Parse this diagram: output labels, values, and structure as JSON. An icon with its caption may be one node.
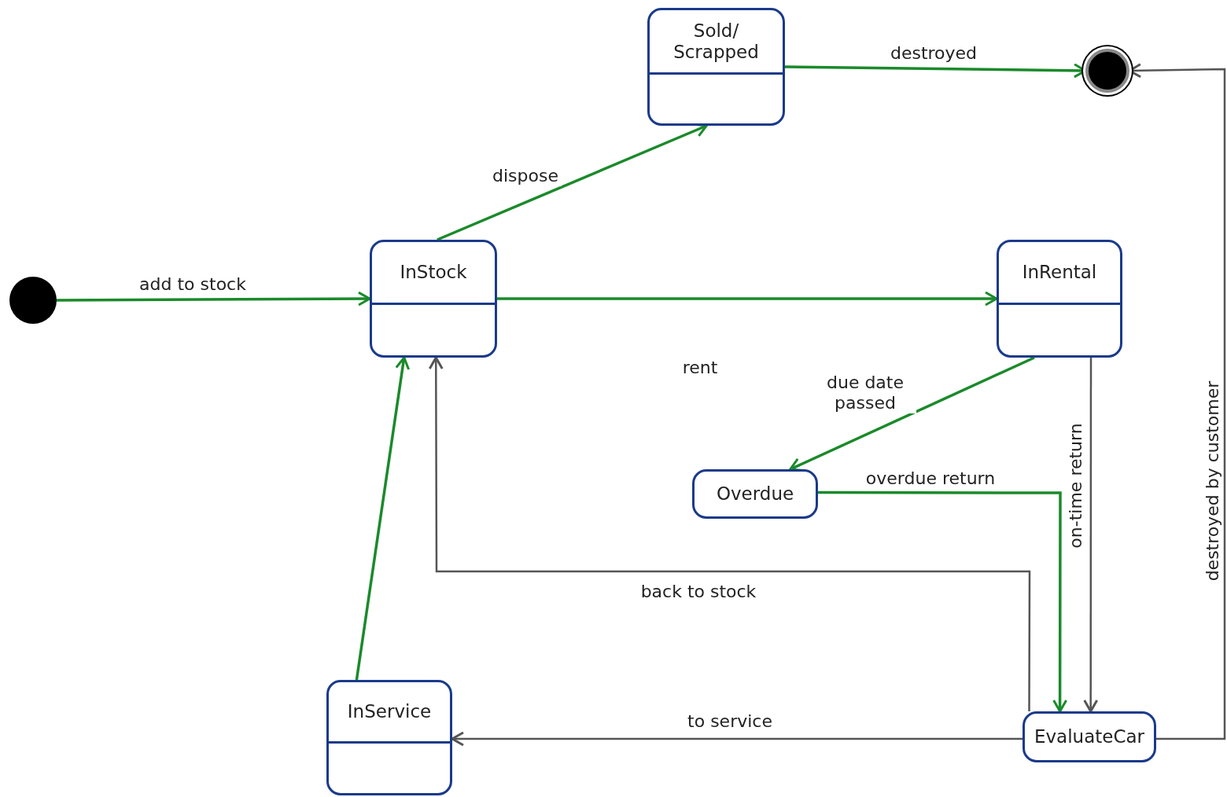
{
  "diagram": {
    "nodes": [
      {
        "text": [],
        "shape": "circle"
      },
      {
        "text": [
          "InStock"
        ]
      },
      {
        "text": [
          "Sold/ Scrapped"
        ]
      },
      {
        "text": [],
        "shape": "circle"
      },
      {
        "text": [
          "InRental"
        ]
      },
      {
        "text": [
          "Overdue"
        ]
      },
      {
        "text": [
          "InService"
        ]
      },
      {
        "text": [
          "EvaluateCar"
        ]
      }
    ],
    "edges": [
      {
        "from": 0,
        "to": 1,
        "arrow": "to",
        "label": "add to stock"
      },
      {
        "from": 1,
        "to": 2,
        "arrow": "to",
        "label": "dispose"
      },
      {
        "from": 2,
        "to": 3,
        "arrow": "to",
        "label": "destroyed"
      },
      {
        "from": 1,
        "to": 4,
        "arrow": "to",
        "label": "rent"
      },
      {
        "from": 4,
        "to": 5,
        "arrow": "to",
        "label": "due date passed"
      },
      {
        "from": 5,
        "to": 7,
        "arrow": "to",
        "label": "overdue return"
      },
      {
        "from": 4,
        "to": 7,
        "arrow": "to",
        "label": "on-time return",
        "color": "#555555"
      },
      {
        "from": 7,
        "to": 1,
        "arrow": "to",
        "label": "back to stock",
        "color": "#555555"
      },
      {
        "from": 7,
        "to": 6,
        "arrow": "to",
        "label": "to service",
        "color": "#555555"
      },
      {
        "from": 6,
        "to": 1,
        "arrow": "to"
      },
      {
        "from": 7,
        "to": 3,
        "arrow": "to",
        "label": "destroyed by customer",
        "color": "#555555"
      }
    ]
  }
}
